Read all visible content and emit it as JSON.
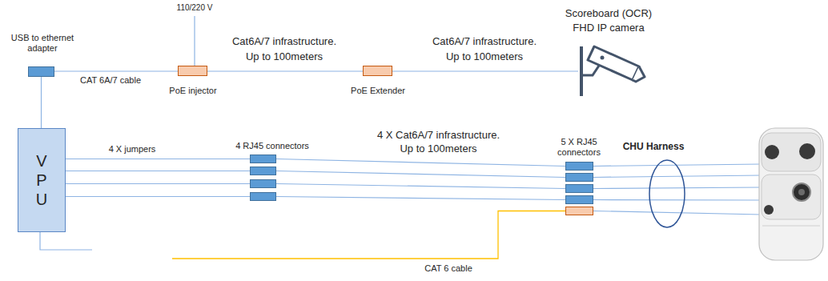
{
  "diagram": {
    "nodes": [
      {
        "text": [
          "USB to ethernet adapter"
        ]
      },
      {
        "text": [
          "PoE injector"
        ]
      },
      {
        "text": [
          "PoE Extender"
        ]
      },
      {
        "text": [
          "Scoreboard (OCR) FHD IP camera"
        ]
      },
      {
        "text": [
          "V P U"
        ]
      },
      {
        "text": [
          "4 RJ45 connectors"
        ]
      },
      {
        "text": [
          "5 X RJ45 connectors"
        ]
      }
    ],
    "edges": [
      {
        "from": 0,
        "to": 1,
        "arrow": "none",
        "label": "CAT 6A/7 cable"
      },
      {
        "from": 1,
        "to": 2,
        "arrow": "none",
        "label": "Cat6A/7 infrastructure. Up to 100meters"
      },
      {
        "from": 2,
        "to": 3,
        "arrow": "none",
        "label": "Cat6A/7 infrastructure. Up to 100meters"
      },
      {
        "from": 0,
        "to": 4,
        "arrow": "none"
      },
      {
        "from": 4,
        "to": 5,
        "arrow": "none"
      },
      {
        "from": 4,
        "to": 5,
        "arrow": "none"
      },
      {
        "from": 4,
        "to": 5,
        "arrow": "none"
      },
      {
        "from": 4,
        "to": 5,
        "arrow": "none"
      },
      {
        "from": 5,
        "to": 6,
        "arrow": "none"
      },
      {
        "from": 5,
        "to": 6,
        "arrow": "none"
      },
      {
        "from": 5,
        "to": 6,
        "arrow": "none"
      },
      {
        "from": 5,
        "to": 6,
        "arrow": "none"
      }
    ],
    "labels": [
      "110/220 V",
      "4 X jumpers",
      "4 X Cat6A/7 infrastructure. Up to 100meters",
      "CHU Harness",
      "CAT 6 cable"
    ]
  }
}
